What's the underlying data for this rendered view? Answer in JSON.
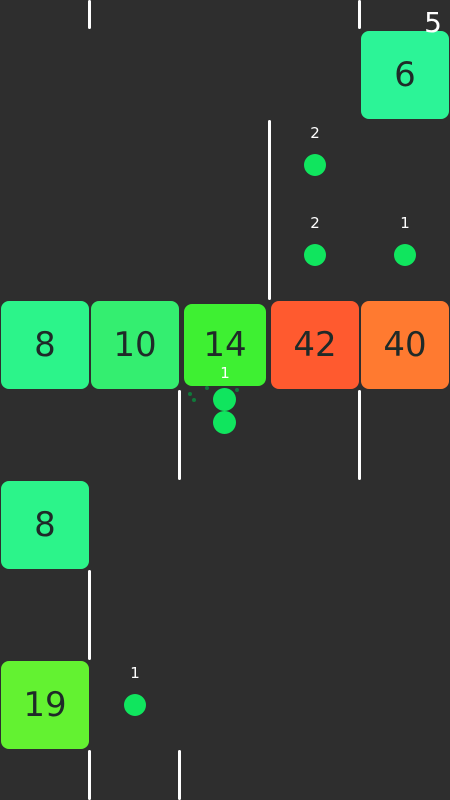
{
  "score": "5",
  "snake": {
    "length_label": "1",
    "color": "#10e55e"
  },
  "blocks": [
    {
      "value": "6",
      "color": "#2cf497"
    },
    {
      "value": "8",
      "color": "#2cf48a"
    },
    {
      "value": "10",
      "color": "#34ee70"
    },
    {
      "value": "14",
      "color": "#3ef032"
    },
    {
      "value": "42",
      "color": "#ff5a2f"
    },
    {
      "value": "40",
      "color": "#ff7a30"
    },
    {
      "value": "8",
      "color": "#2cf48a"
    },
    {
      "value": "19",
      "color": "#63f231"
    }
  ],
  "pickups": [
    {
      "value": "2"
    },
    {
      "value": "2"
    },
    {
      "value": "1"
    },
    {
      "value": "1"
    }
  ]
}
